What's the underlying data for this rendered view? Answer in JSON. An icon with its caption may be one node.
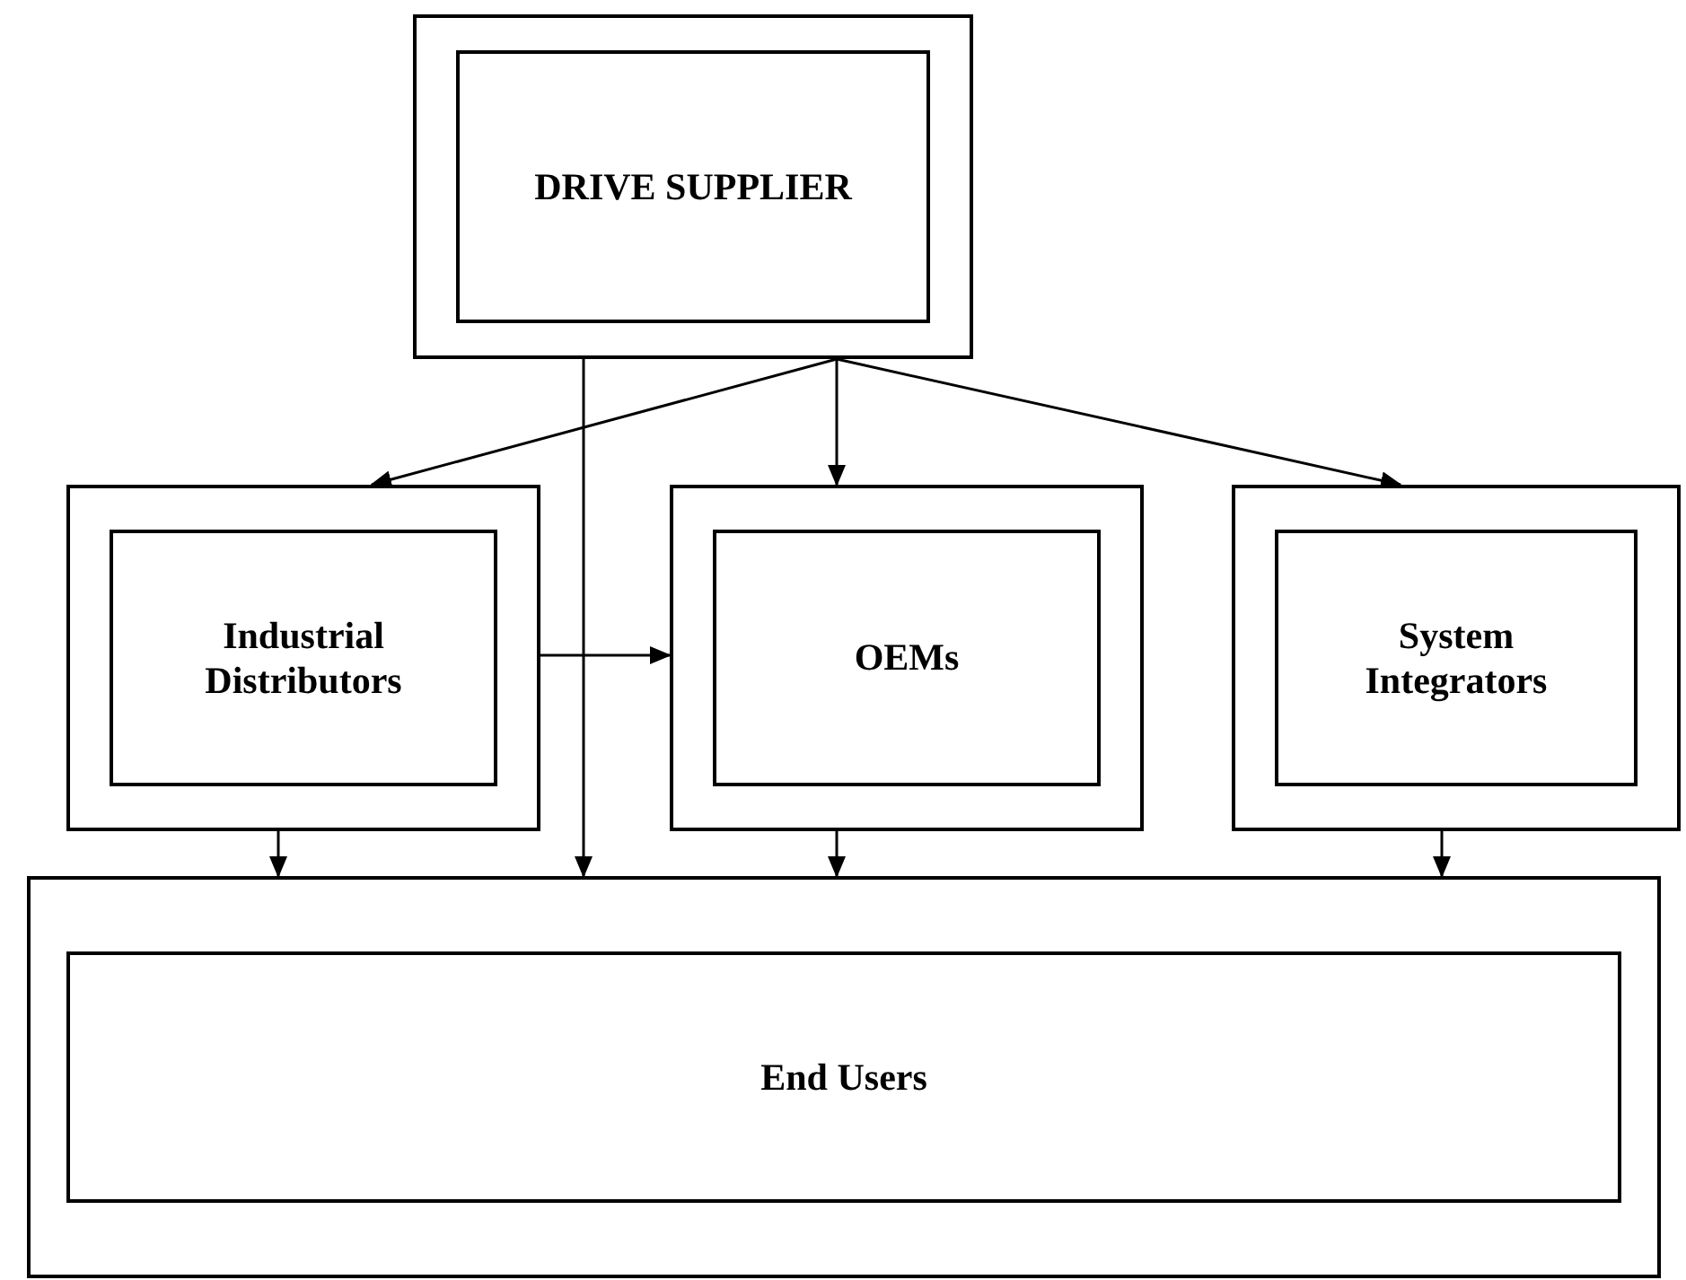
{
  "diagram": {
    "nodes": [
      {
        "text": [
          "DRIVE SUPPLIER"
        ]
      },
      {
        "text": [
          "Industrial Distributors"
        ]
      },
      {
        "text": [
          "OEMs"
        ]
      },
      {
        "text": [
          "System Integrators"
        ]
      },
      {
        "text": [
          "End Users"
        ]
      }
    ],
    "edges": [
      {
        "from": 0,
        "to": 1,
        "arrow": "to"
      },
      {
        "from": 0,
        "to": 2,
        "arrow": "to"
      },
      {
        "from": 0,
        "to": 3,
        "arrow": "to"
      },
      {
        "from": 0,
        "to": 4,
        "arrow": "to"
      },
      {
        "from": 1,
        "to": 2,
        "arrow": "to"
      },
      {
        "from": 1,
        "to": 4,
        "arrow": "to"
      },
      {
        "from": 2,
        "to": 4,
        "arrow": "to"
      },
      {
        "from": 3,
        "to": 4,
        "arrow": "to"
      }
    ]
  }
}
